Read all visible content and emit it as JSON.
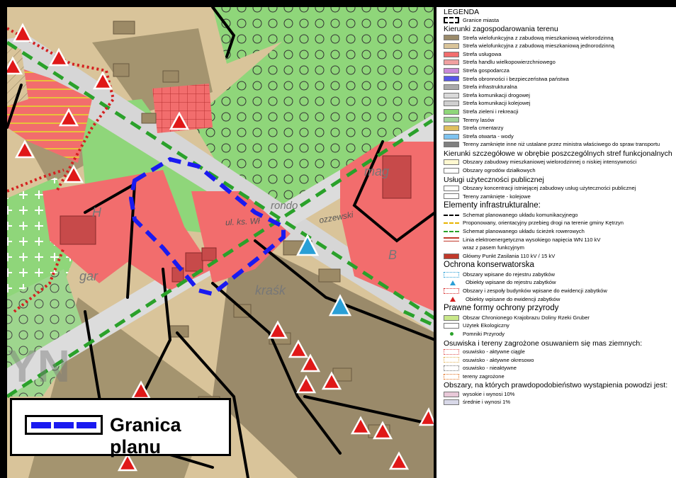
{
  "map": {
    "plan_label": "Granica planu",
    "street_label": "ul. ks. Wł",
    "street_label2": "ozzewski",
    "place_labels": [
      "H",
      "gar",
      "rondo",
      "mag",
      "B",
      "kraśk",
      "YN"
    ]
  },
  "legend": {
    "title": "LEGENDA",
    "city_limits": "Granice miasta",
    "section_land_use": "Kierunki zagospodarowania terenu",
    "land_use": [
      {
        "label": "Strefa wielofunkcyjna z zabudową mieszkaniową wielorodzinną",
        "color": "#9a8a6a"
      },
      {
        "label": "Strefa wielofunkcyjna z zabudową mieszkaniową jednorodzinną",
        "color": "#d9c49a"
      },
      {
        "label": "Strefa usługowa",
        "color": "#f26d6d"
      },
      {
        "label": "Strefa handlu wielkopowierzchniowego",
        "color": "#f0a0a0"
      },
      {
        "label": "Strefa gospodarcza",
        "color": "#c98ad8"
      },
      {
        "label": "Strefa obronności i bezpieczeństwa państwa",
        "color": "#5656e6"
      },
      {
        "label": "Strefa infrastrukturalna",
        "color": "#a9a9a9"
      },
      {
        "label": "Strefa komunikacji drogowej",
        "color": "#d9d9d9"
      },
      {
        "label": "Strefa komunikacji kolejowej",
        "color": "#cfcfcf"
      },
      {
        "label": "Strefa zieleni i rekreacji",
        "color": "#8fd67a"
      },
      {
        "label": "Tereny lasów",
        "color": "#a0d49a"
      },
      {
        "label": "Strefa cmentarzy",
        "color": "#e0c060"
      },
      {
        "label": "Strefa otwarta - wody",
        "color": "#7ec3f0"
      },
      {
        "label": "Tereny zamknięte inne niż ustalane przez ministra właściwego do spraw transportu",
        "color": "#808080"
      }
    ],
    "section_detailed": "Kierunki szczegółowe w obrębie poszczególnych stref funkcjonalnych",
    "detailed": [
      {
        "label": "Obszary zabudowy mieszkaniowej wielorodzinnej o niskiej intensywności",
        "color": "#fff8d0"
      },
      {
        "label": "Obszary ogrodów działkowych",
        "color": "#ffffff"
      }
    ],
    "section_utilities": "Usługi użyteczności publicznej",
    "utilities": [
      {
        "label": "Obszary koncentracji istniejącej zabudowy usług użyteczności  publicznej",
        "color": "#ffffff"
      },
      {
        "label": "Tereny zamknięte - kolejowe",
        "color": "#ffffff"
      }
    ],
    "section_infra": "Elementy infrastrukturalne:",
    "infra": [
      {
        "label": "Schemat planowanego układu komunikacyjnego",
        "color": "#000000"
      },
      {
        "label": "Proponowany, orientacyjny przebieg drogi na terenie gminy Kętrzyn",
        "color": "#e8b400"
      },
      {
        "label": "Schemat planowanego układu ścieżek rowerowych",
        "color": "#2aa12a"
      },
      {
        "label": "Linia elektroenergetyczna wysokiego napięcia WN 110 kV",
        "color": "#c0392b"
      },
      {
        "label": "wraz z pasem funkcyjnym",
        "color": "#c0392b"
      },
      {
        "label": "Główny Punkt Zasilania 110 kV / 15 kV",
        "color": "#c0392b"
      }
    ],
    "section_heritage": "Ochrona konserwatorska",
    "heritage": [
      {
        "label": "Obszary wpisane do rejestru zabytków",
        "color": "#2a9fd6"
      },
      {
        "label": "Obiekty wpisane do rejestru zabytków",
        "color": "#2a9fd6"
      },
      {
        "label": "Obszary i zespoły budynków wpisane do ewidencji zabytków",
        "color": "#d42020"
      },
      {
        "label": "Obiekty wpisane do ewidencji zabytków",
        "color": "#d42020"
      }
    ],
    "section_nature": "Prawne formy ochrony przyrody",
    "nature": [
      {
        "label": "Obszar Chronionego Krajobrazu Doliny Rzeki Gruber",
        "color": "#c9e88a"
      },
      {
        "label": "Użytek Ekologiczny",
        "color": "#ffffff"
      },
      {
        "label": "Pomniki Przyrody",
        "color": "#2aa12a"
      }
    ],
    "section_landslides": "Osuwiska i tereny zagrożone osuwaniem się mas ziemnych:",
    "landslides": [
      {
        "label": "osuwisko - aktywne ciągle",
        "color": "#e05050"
      },
      {
        "label": "osuwisko - aktywne okresowo",
        "color": "#e0b050"
      },
      {
        "label": "osuwisko - nieaktywne",
        "color": "#707070"
      },
      {
        "label": "tereny zagrożone",
        "color": "#e07020"
      }
    ],
    "section_flood": "Obszary, na których prawdopodobieństwo wystąpienia powodzi jest:",
    "flood": [
      {
        "label": "wysokie i wynosi 10%",
        "color": "#e8c8d8"
      },
      {
        "label": "średnie i wynosi 1%",
        "color": "#d8d8e8"
      }
    ]
  }
}
